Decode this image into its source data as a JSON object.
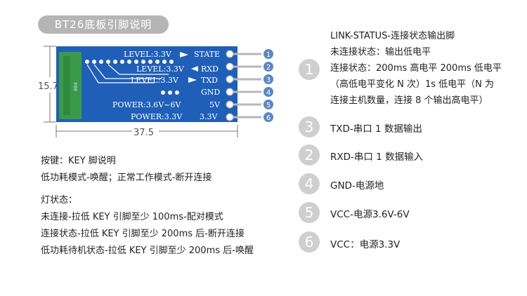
{
  "title": "BT26底板引脚说明",
  "dimensions": {
    "height": "15.7",
    "width": "37.5"
  },
  "board": {
    "chip_label": "004",
    "pins": [
      {
        "silk": "LEVEL:3.3V",
        "name": "STATE",
        "num": "1"
      },
      {
        "silk": "LEVEL:3.3V",
        "name": "RXD",
        "num": "2"
      },
      {
        "silk": "LEVEL:3.3V",
        "name": "TXD",
        "num": "3"
      },
      {
        "silk": "",
        "name": "GND",
        "num": "4"
      },
      {
        "silk": "POWER:3.6V~6V",
        "name": "5V",
        "num": "5"
      },
      {
        "silk": "POWER:3.3V",
        "name": "3.3V",
        "num": "6"
      }
    ]
  },
  "key_section": {
    "line1": "按键：KEY 脚说明",
    "line2": "低功耗模式-唤醒；正常工作模式-断开连接"
  },
  "led_section": {
    "title": "灯状态：",
    "line1": "未连接-拉低 KEY 引脚至少 100ms-配对模式",
    "line2": "连接状态-拉低 KEY 引脚至少 200ms 后-断开连接",
    "line3": "低功耗待机状态-拉低 KEY 引脚至少 200ms 后-唤醒"
  },
  "pin_descriptions": {
    "state": {
      "num": "1",
      "line1": "LINK-STATUS-连接状态输出脚",
      "line2": "未连接状态：输出低电平",
      "line3": "连接状态：200ms 高电平 200ms 低电平",
      "line4": "（高低电平变化 N 次）1s 低电平（N 为",
      "line5": "连接主机数量，连接 8 个输出高电平）"
    },
    "txd": {
      "num": "3",
      "text": "TXD-串口 1 数据输出"
    },
    "rxd": {
      "num": "2",
      "text": "RXD-串口 1 数据输入"
    },
    "gnd": {
      "num": "4",
      "text": "GND-电源地"
    },
    "vcc5": {
      "num": "5",
      "text": "VCC-电源3.6V-6V"
    },
    "vcc3": {
      "num": "6",
      "text": "VCC：电源3.3V"
    }
  },
  "colors": {
    "board": "#1f5fb8",
    "chip": "#3a9a4a",
    "pin_circle": "#5b86c7",
    "number_bubble": "#cfcfcf",
    "title_pill": "#b5b5b5"
  }
}
